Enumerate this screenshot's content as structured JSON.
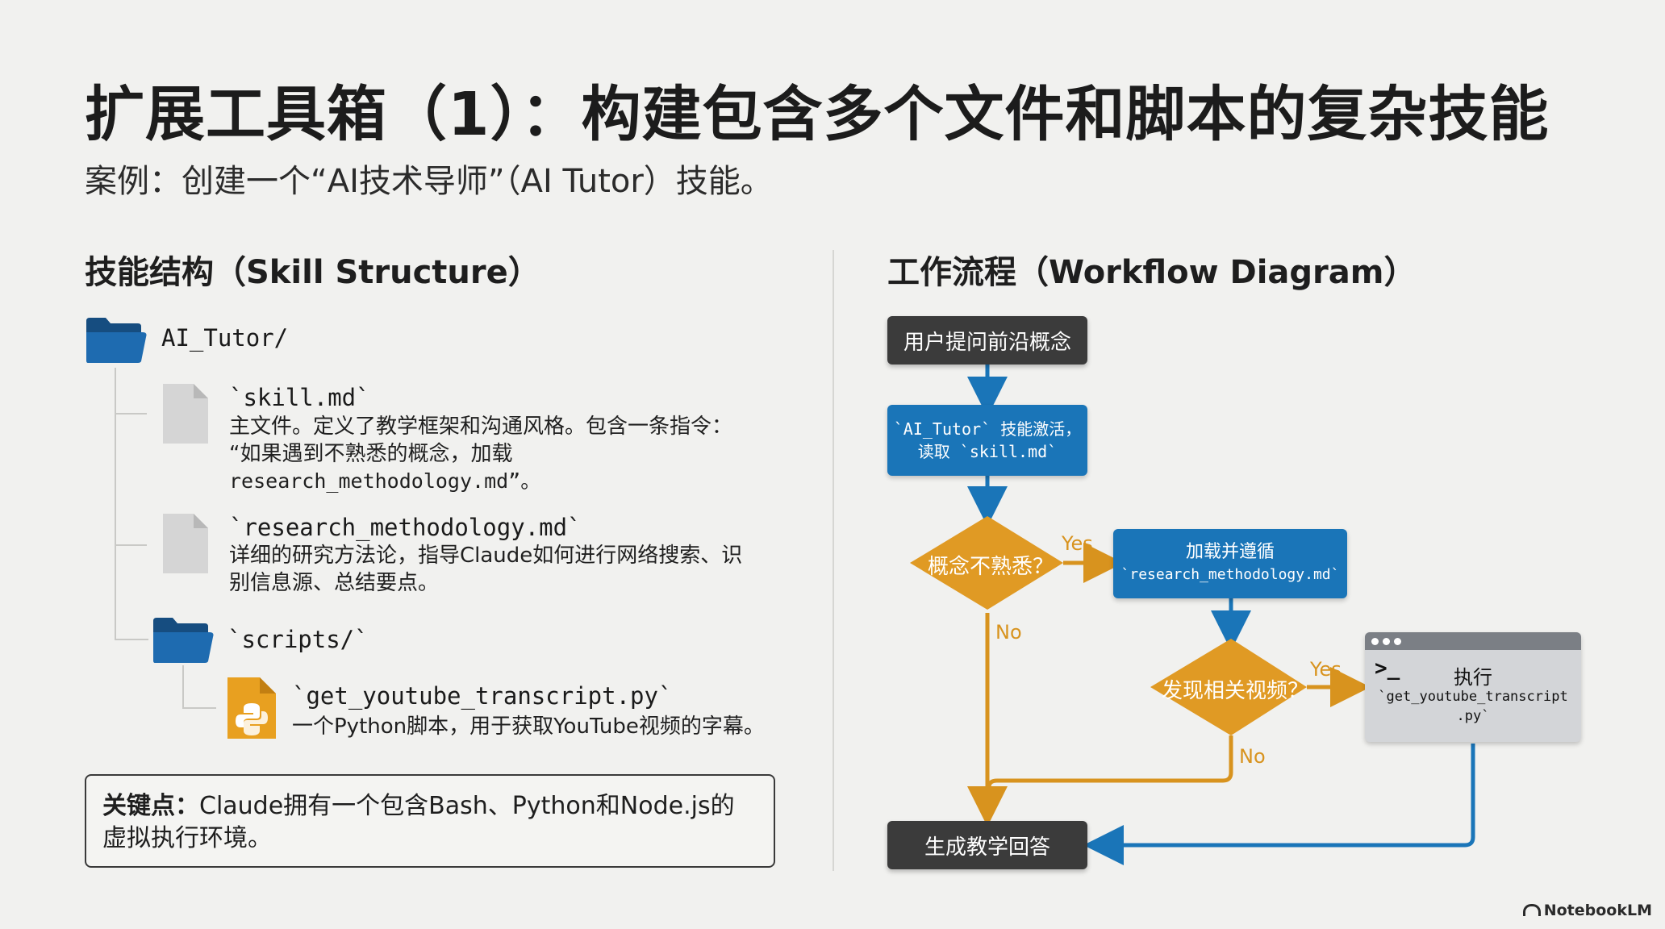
{
  "title": "扩展工具箱（1）：构建包含多个文件和脚本的复杂技能",
  "subtitle": "案例：创建一个“AI技术导师”（AI Tutor）技能。",
  "left_section": {
    "heading": "技能结构（Skill Structure）",
    "root_folder": "AI_Tutor/",
    "files": [
      {
        "name": "`skill.md`",
        "desc": [
          "主文件。定义了教学框架和沟通风格。包含一条指令：",
          "“如果遇到不熟悉的概念，加载",
          "research_methodology.md”。"
        ]
      },
      {
        "name": "`research_methodology.md`",
        "desc": [
          "详细的研究方法论，指导Claude如何进行网络搜索、识",
          "别信息源、总结要点。"
        ]
      }
    ],
    "scripts_folder": "`scripts/`",
    "script_file": {
      "name": "`get_youtube_transcript.py`",
      "desc": "一个Python脚本，用于获取YouTube视频的字幕。"
    },
    "key_point_label": "关键点：",
    "key_point_text": "Claude拥有一个包含Bash、Python和Node.js的虚拟执行环境。"
  },
  "right_section": {
    "heading": "工作流程（Workflow Diagram）",
    "nodes": {
      "start": "用户提问前沿概念",
      "activate_line1": "`AI_Tutor` 技能激活，",
      "activate_line2": "读取 `skill.md`",
      "decision1": "概念不熟悉？",
      "load_line1": "加载并遵循",
      "load_line2": "`research_methodology.md`",
      "decision2": "发现相关视频？",
      "execute_label": "执行",
      "execute_line1": "`get_youtube_transcript",
      "execute_line2": ".py`",
      "prompt_symbol": ">_",
      "end": "生成教学回答"
    },
    "edge_labels": {
      "yes1": "Yes",
      "no1": "No",
      "yes2": "Yes",
      "no2": "No"
    },
    "colors": {
      "dark": "#3b3b3b",
      "blue": "#1a75b8",
      "orange": "#d8931e",
      "gray": "#d3d5d8"
    }
  },
  "watermark": "NotebookLM"
}
